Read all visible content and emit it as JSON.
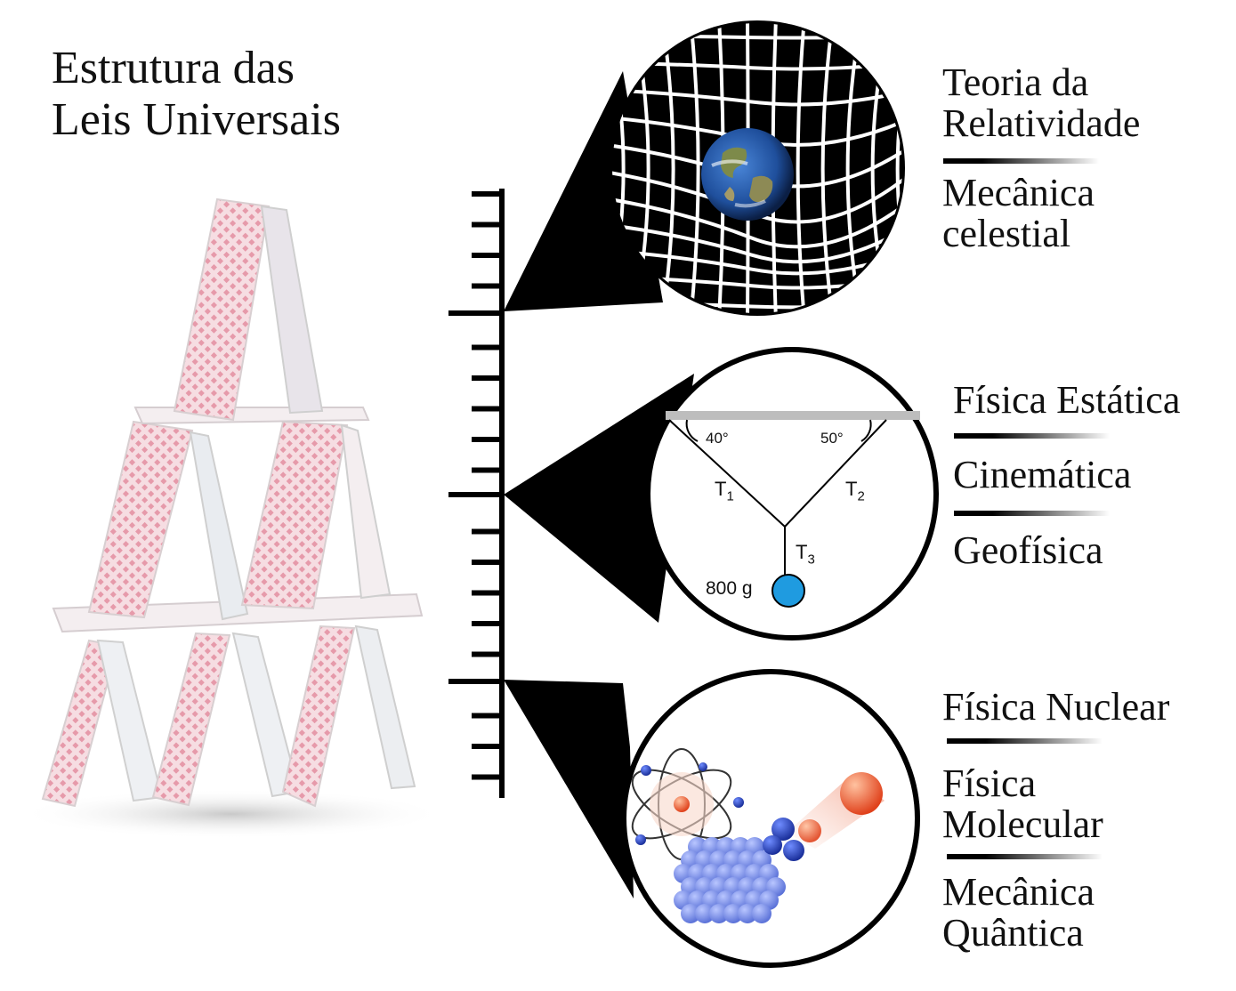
{
  "title": {
    "line1": "Estrutura das",
    "line2": "Leis Universais"
  },
  "panels": [
    {
      "name": "relativity",
      "labels": [
        "Teoria da\nRelatividade",
        "Mecânica\ncelestial"
      ]
    },
    {
      "name": "statics",
      "labels": [
        "Física Estática",
        "Cinemática",
        "Geofísica"
      ],
      "diagram": {
        "angle_left": "40°",
        "angle_right": "50°",
        "t1": "T",
        "t1_sub": "1",
        "t2": "T",
        "t2_sub": "2",
        "t3": "T",
        "t3_sub": "3",
        "mass": "800 g",
        "mass_color": "#1f9be0"
      }
    },
    {
      "name": "quantum",
      "labels": [
        "Física Nuclear",
        "Física\nMolecular",
        "Mecânica\nQuântica"
      ]
    }
  ],
  "colors": {
    "card_back": "#f3d3da",
    "card_pattern": "#d9667e",
    "earth_ocean": "#1f4f9c",
    "nucleus": "#6f86e6",
    "electron": "#2c4cc8",
    "proton": "#e8622d"
  }
}
